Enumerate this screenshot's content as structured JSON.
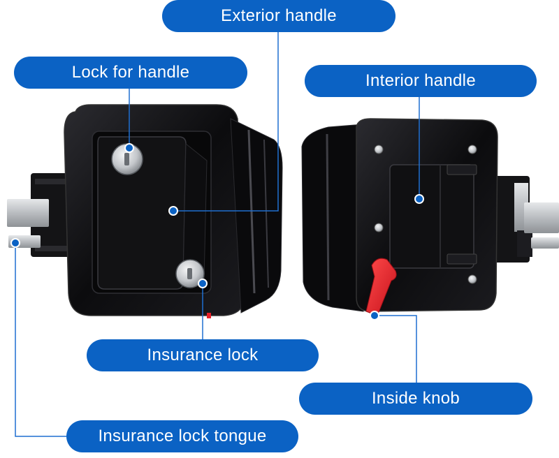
{
  "colors": {
    "label_bg": "#0b62c4",
    "leader": "#1f6fd0",
    "marker_ring": "#ffffff",
    "lock_body": "#0e0e10",
    "lock_edge": "#2a2a2e",
    "steel": "#c9ccd0",
    "red_knob": "#e8202a"
  },
  "labels": {
    "exterior_handle": "Exterior handle",
    "lock_for_handle": "Lock for handle",
    "interior_handle": "Interior handle",
    "insurance_lock": "Insurance lock",
    "inside_knob": "Inside knob",
    "insurance_lock_tongue": "Insurance lock tongue"
  }
}
